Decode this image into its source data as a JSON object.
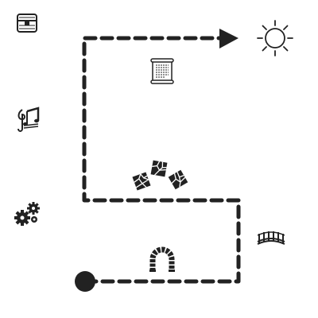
{
  "menu": {
    "items": [
      {
        "id": "inventory",
        "icon": "treasure-chest-icon"
      },
      {
        "id": "music",
        "icon": "music-notes-icon"
      },
      {
        "id": "settings",
        "icon": "gears-icon"
      }
    ]
  },
  "map": {
    "path_color": "#222222",
    "start_marker": "start-dot",
    "goal_icon": "sun-icon",
    "landmarks": [
      "scroll-icon",
      "cobblestone-tiles-icon",
      "stone-archway-icon",
      "bridge-icon"
    ]
  }
}
